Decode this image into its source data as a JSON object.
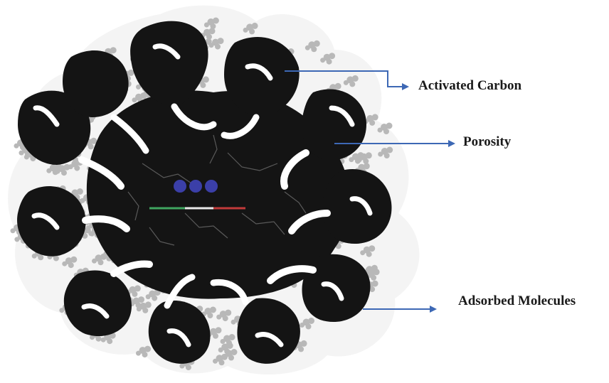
{
  "callouts": [
    {
      "id": "activated-carbon",
      "label": "Activated Carbon"
    },
    {
      "id": "porosity",
      "label": "Porosity"
    },
    {
      "id": "adsorbed-molecules",
      "label": "Adsorbed Molecules"
    }
  ],
  "colors": {
    "carbon": "#141414",
    "pore": "#ffffff",
    "molecule": "#b8b8b8",
    "arrow": "#3d68b5",
    "crack": "#5a5a5a",
    "center_molecule": "#3b3fa8"
  }
}
